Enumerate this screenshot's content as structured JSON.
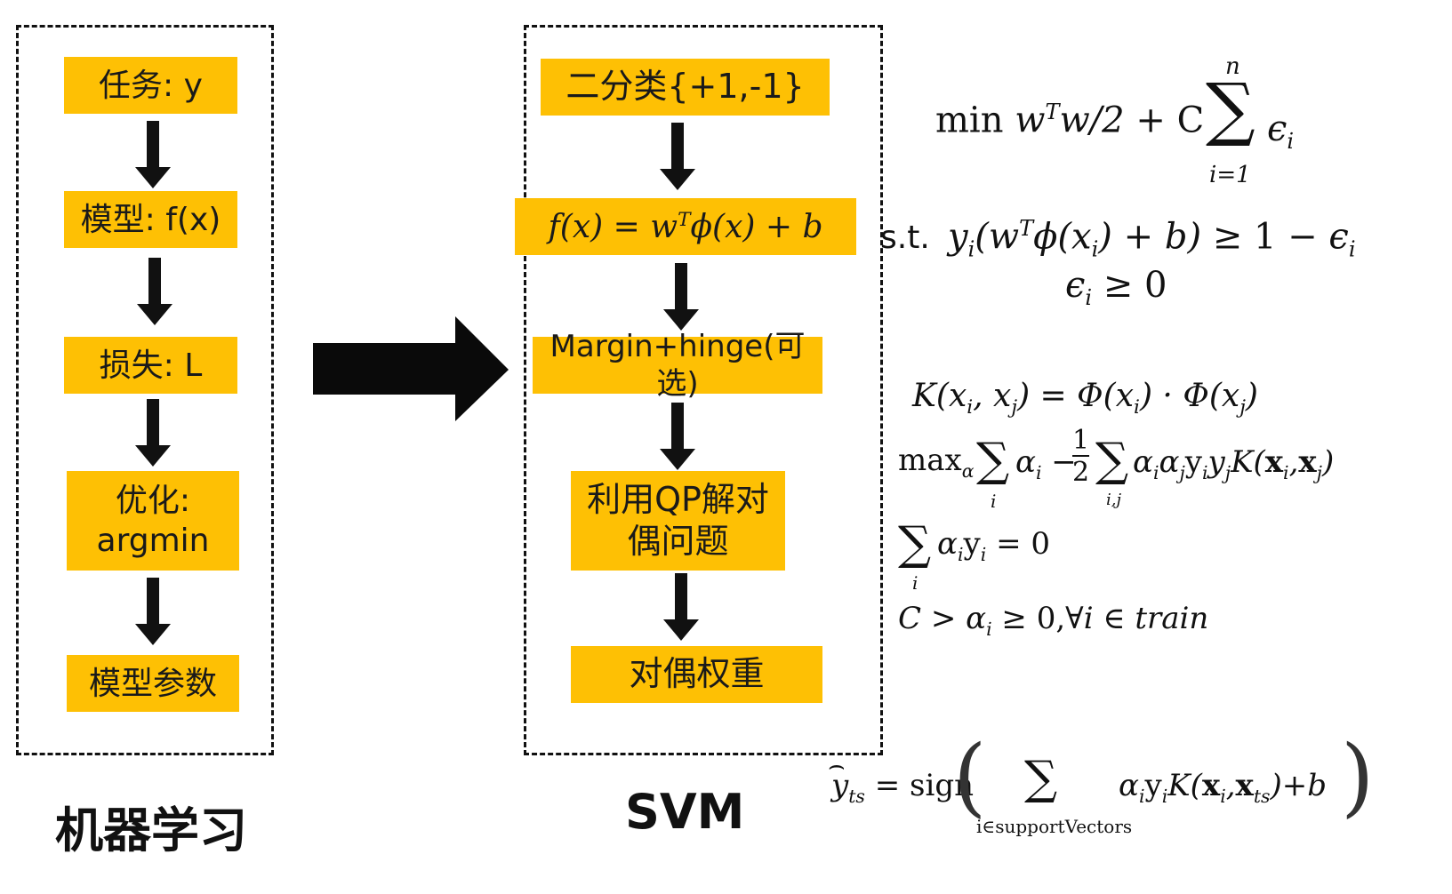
{
  "ml": {
    "caption": "机器学习",
    "steps": [
      "任务: y",
      "模型: f(x)",
      "损失: L",
      "优化:\nargmin",
      "模型参数"
    ]
  },
  "svm": {
    "caption": "SVM",
    "steps": [
      "二分类{+1,-1}",
      "f(x) = wᵀφ(x) + b",
      "Margin+hinge(可选)",
      "利用QP解对\n偶问题",
      "对偶权重"
    ]
  },
  "formulas": {
    "primal_objective": "min wᵀw/2 + C ∑ ϵᵢ",
    "primal_sum_top": "n",
    "primal_sum_bottom": "i=1",
    "st_prefix": "s.t.",
    "st_constraint": "yᵢ(wᵀφ(xᵢ) + b) ≥ 1 − ϵᵢ",
    "st_nonneg": "ϵᵢ ≥ 0",
    "kernel": "K(xᵢ, xⱼ) = Φ(xᵢ) · Φ(xⱼ)",
    "dual_objective": "maxα ∑ αᵢ − ½ ∑ αᵢαⱼyᵢyⱼK(xᵢ,xⱼ)",
    "dual_sum_i": "i",
    "dual_sum_ij": "i,j",
    "dual_constraint": "∑ αᵢyᵢ = 0",
    "dual_constraint_sub": "i",
    "box_constraint": "C > αᵢ ≥ 0, ∀i ∈ train",
    "prediction": "ŷts = sign( ∑ αᵢyᵢK(xᵢ,xts) + b )",
    "prediction_sub": "i∈supportVectors"
  },
  "colors": {
    "box": "#fec004",
    "arrow": "#111111",
    "border": "#111111"
  }
}
